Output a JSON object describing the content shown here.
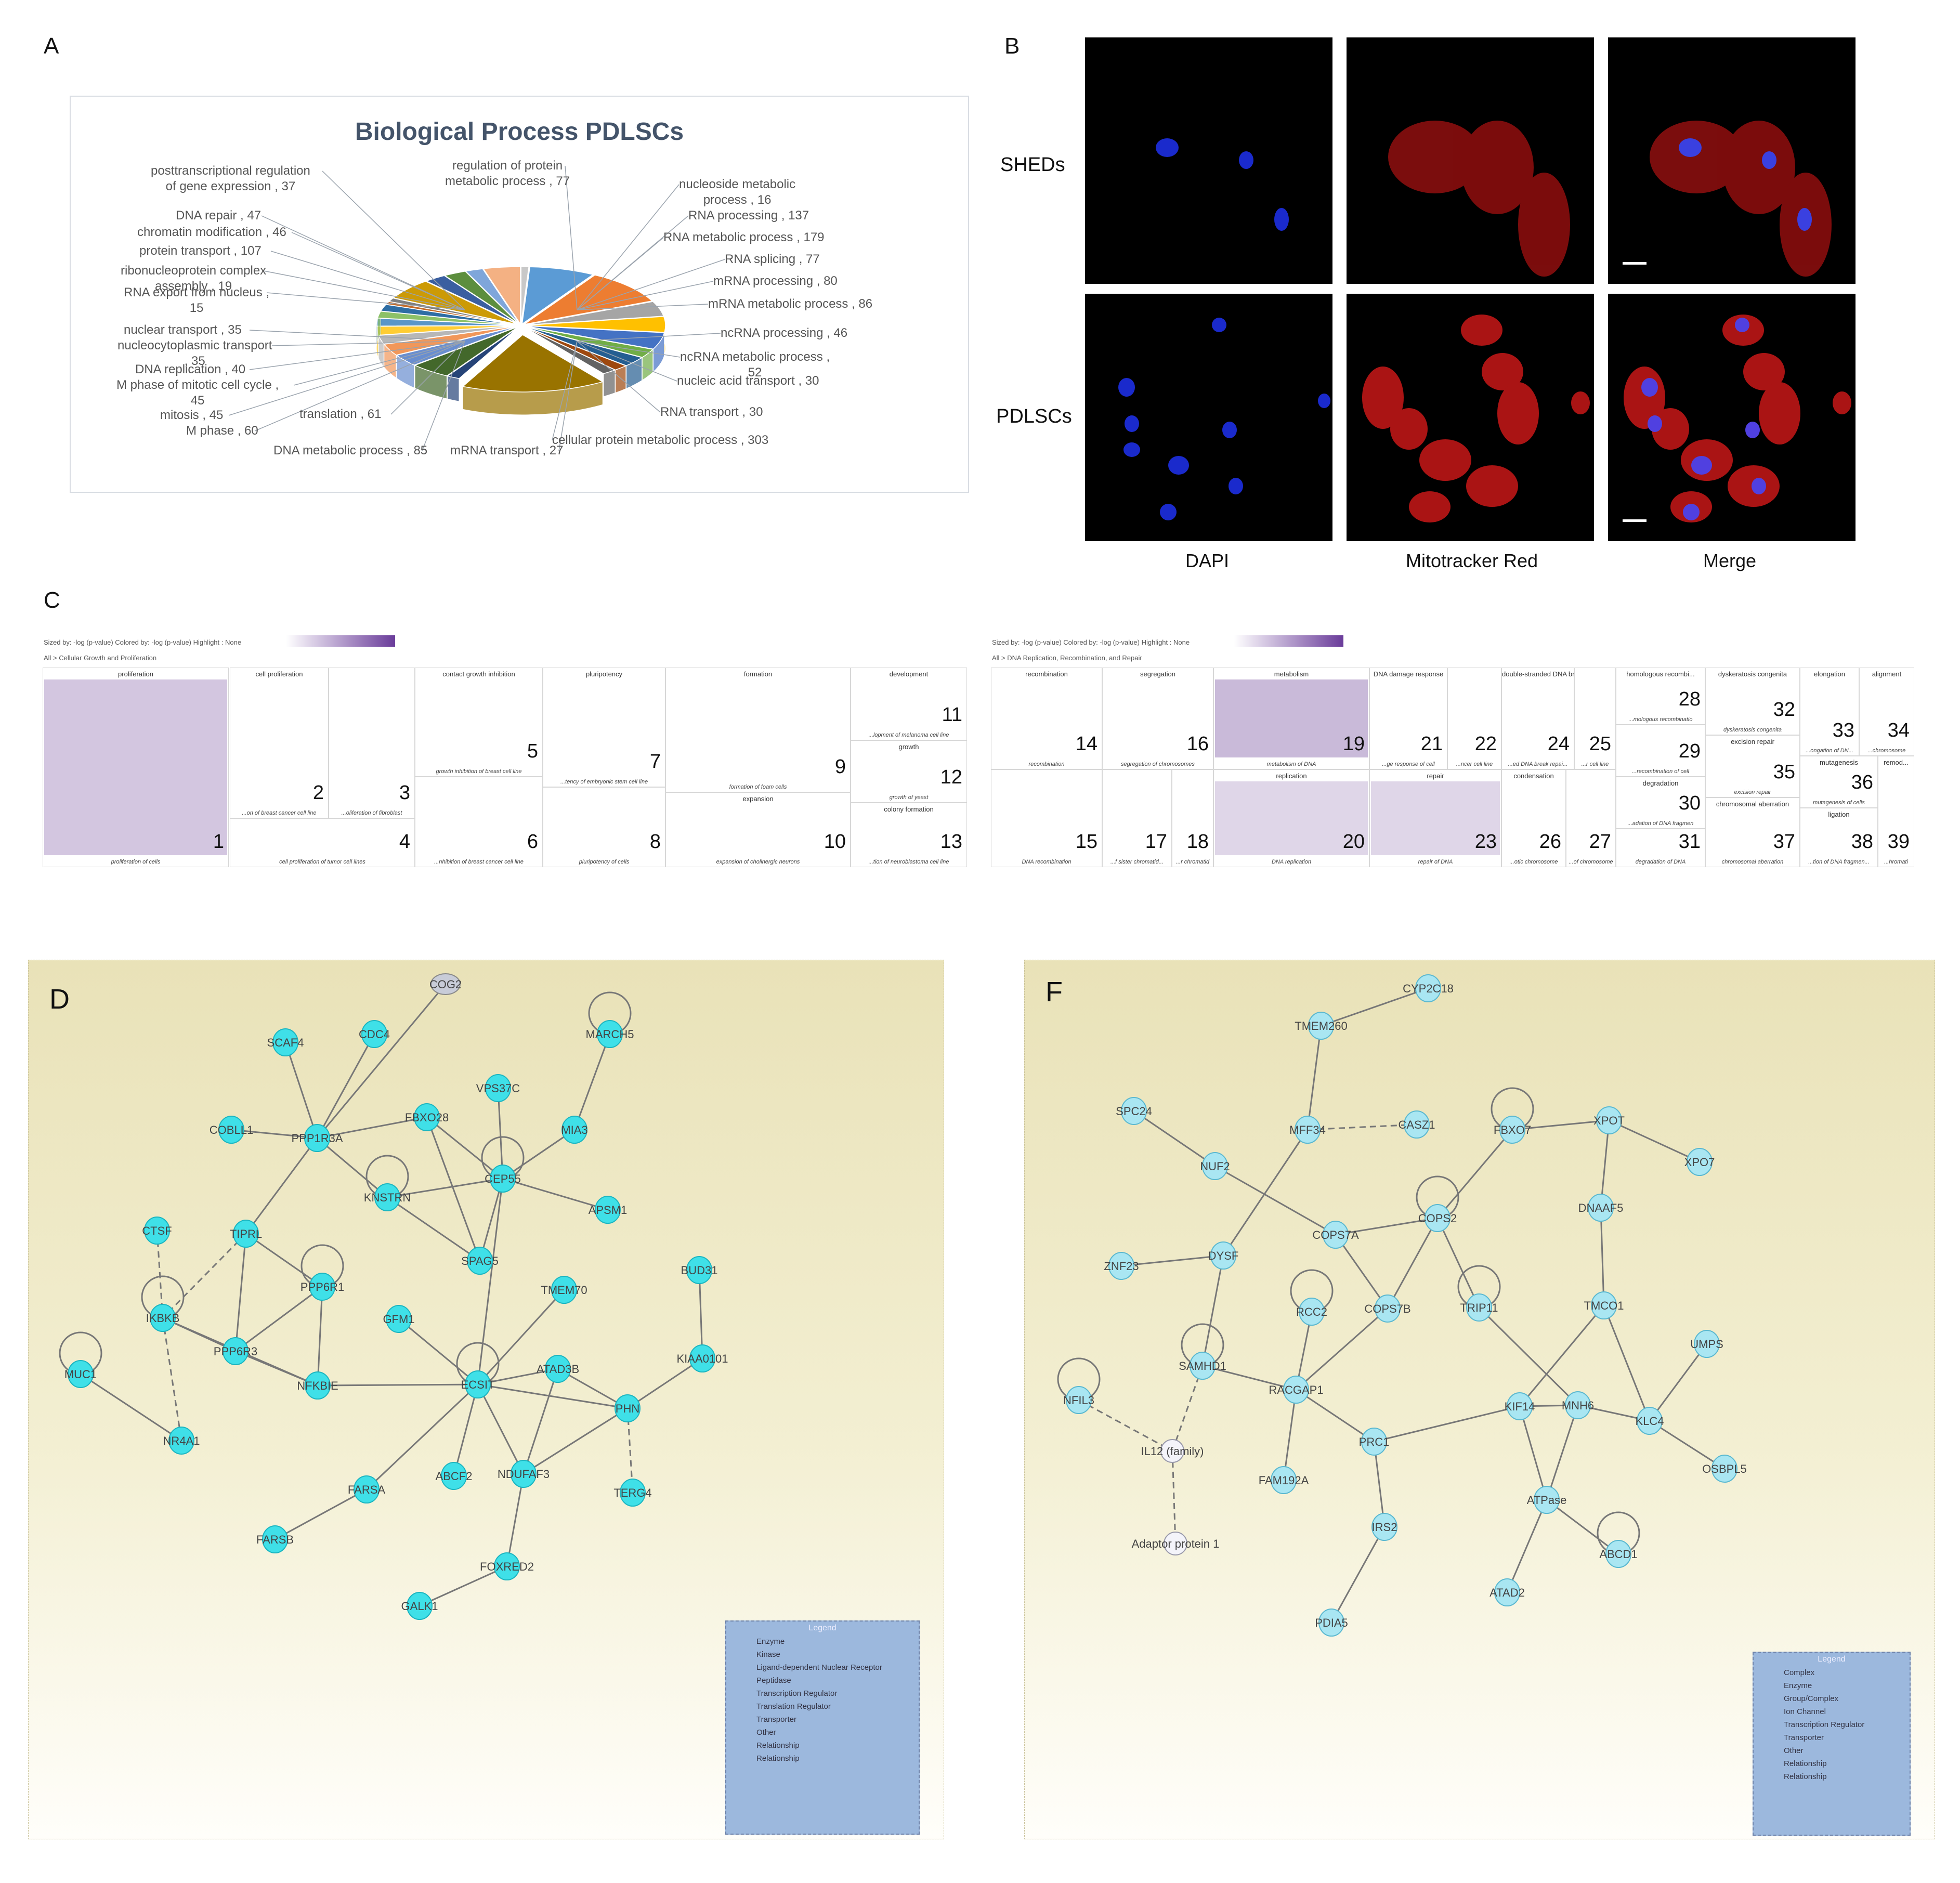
{
  "panels": {
    "a": "A",
    "b": "B",
    "c": "C",
    "d": "D",
    "f": "F"
  },
  "pie": {
    "title": "Biological Process PDLSCs",
    "labels": [
      {
        "id": "l1",
        "lines": [
          "posttranscriptional regulation",
          "of gene expression , 37"
        ]
      },
      {
        "id": "l2",
        "lines": [
          "regulation of protein",
          "metabolic process , 77"
        ]
      },
      {
        "id": "l3",
        "lines": [
          "nucleoside metabolic",
          "process , 16"
        ]
      },
      {
        "id": "l4",
        "lines": [
          "RNA processing , 137"
        ]
      },
      {
        "id": "l5",
        "lines": [
          "RNA metabolic process , 179"
        ]
      },
      {
        "id": "l6",
        "lines": [
          "RNA splicing , 77"
        ]
      },
      {
        "id": "l7",
        "lines": [
          "mRNA processing , 80"
        ]
      },
      {
        "id": "l8",
        "lines": [
          "mRNA metabolic process , 86"
        ]
      },
      {
        "id": "l9",
        "lines": [
          "ncRNA processing , 46"
        ]
      },
      {
        "id": "l10",
        "lines": [
          "ncRNA metabolic process ,",
          "52"
        ]
      },
      {
        "id": "l11",
        "lines": [
          "nucleic acid transport , 30"
        ]
      },
      {
        "id": "l12",
        "lines": [
          "RNA transport , 30"
        ]
      },
      {
        "id": "l13",
        "lines": [
          "cellular protein metabolic process , 303"
        ]
      },
      {
        "id": "l14",
        "lines": [
          "mRNA transport , 27"
        ]
      },
      {
        "id": "l15",
        "lines": [
          "DNA metabolic process , 85"
        ]
      },
      {
        "id": "l16",
        "lines": [
          "translation , 61"
        ]
      },
      {
        "id": "l17",
        "lines": [
          "M phase , 60"
        ]
      },
      {
        "id": "l18",
        "lines": [
          "mitosis , 45"
        ]
      },
      {
        "id": "l19",
        "lines": [
          "M phase of mitotic cell cycle ,",
          "45"
        ]
      },
      {
        "id": "l20",
        "lines": [
          "DNA replication , 40"
        ]
      },
      {
        "id": "l21",
        "lines": [
          "nucleocytoplasmic transport",
          ", 35"
        ]
      },
      {
        "id": "l22",
        "lines": [
          "nuclear transport , 35"
        ]
      },
      {
        "id": "l23",
        "lines": [
          "RNA export from nucleus ,",
          "15"
        ]
      },
      {
        "id": "l24",
        "lines": [
          "ribonucleoprotein complex",
          "assembly , 19"
        ]
      },
      {
        "id": "l25",
        "lines": [
          "protein transport , 107"
        ]
      },
      {
        "id": "l26",
        "lines": [
          "chromatin modification , 46"
        ]
      },
      {
        "id": "l27",
        "lines": [
          "DNA repair , 47"
        ]
      }
    ]
  },
  "chart_data": {
    "type": "pie",
    "title": "Biological Process PDLSCs",
    "categories": [
      "nucleoside metabolic process",
      "RNA processing",
      "RNA metabolic process",
      "RNA splicing",
      "mRNA processing",
      "mRNA metabolic process",
      "ncRNA processing",
      "ncRNA metabolic process",
      "nucleic acid transport",
      "RNA transport",
      "cellular protein metabolic process",
      "mRNA transport",
      "DNA metabolic process",
      "translation",
      "M phase",
      "mitosis",
      "M phase of mitotic cell cycle",
      "DNA replication",
      "nucleocytoplasmic transport",
      "nuclear transport",
      "RNA export from nucleus",
      "ribonucleoprotein complex assembly",
      "protein transport",
      "chromatin modification",
      "DNA repair",
      "posttranscriptional regulation of gene expression",
      "regulation of protein metabolic process"
    ],
    "values": [
      16,
      137,
      179,
      77,
      80,
      86,
      46,
      52,
      30,
      30,
      303,
      27,
      85,
      61,
      60,
      45,
      45,
      40,
      35,
      35,
      15,
      19,
      107,
      46,
      47,
      37,
      77
    ],
    "colors": [
      "#c8c8c8",
      "#5b9bd5",
      "#ed7d31",
      "#a5a5a5",
      "#ffc000",
      "#4472c4",
      "#70ad47",
      "#255e91",
      "#9e480e",
      "#636363",
      "#997300",
      "#264478",
      "#43682b",
      "#698ed0",
      "#f1975a",
      "#b7b7b7",
      "#ffcd33",
      "#5a96c8",
      "#8cc168",
      "#2e6da4",
      "#c26a29",
      "#7f7f7f",
      "#cc9a06",
      "#3a5fa0",
      "#5c8e3e",
      "#7fa6da",
      "#f4b183"
    ]
  },
  "microscopy": {
    "rows": [
      "SHEDs",
      "PDLSCs"
    ],
    "cols": [
      "DAPI",
      "Mitotracker Red",
      "Merge"
    ]
  },
  "treemap1": {
    "header": "Sized by: -log (p-value)    Colored by: -log (p-value)    Highlight : None",
    "breadcrumb": "All > Cellular Growth and Proliferation",
    "cells": [
      {
        "id": "c1",
        "title": "proliferation",
        "num": "1",
        "bottom": "proliferation of cells",
        "shade": 0.7
      },
      {
        "id": "c2",
        "title": "cell proliferation",
        "num": "2",
        "bottom": "...on of breast cancer cell line",
        "shade": 0
      },
      {
        "id": "c3",
        "title": "",
        "num": "3",
        "bottom": "...oliferation of fibroblast",
        "shade": 0
      },
      {
        "id": "c4",
        "title": "",
        "num": "4",
        "bottom": "cell proliferation of tumor cell lines",
        "shade": 0
      },
      {
        "id": "c5",
        "title": "contact growth inhibition",
        "num": "5",
        "bottom": "growth inhibition of breast cell line",
        "shade": 0
      },
      {
        "id": "c6",
        "title": "",
        "num": "6",
        "bottom": "...nhibition of breast cancer cell line",
        "shade": 0
      },
      {
        "id": "c7",
        "title": "pluripotency",
        "num": "7",
        "bottom": "...tency of embryonic stem cell line",
        "shade": 0
      },
      {
        "id": "c8",
        "title": "",
        "num": "8",
        "bottom": "pluripotency of cells",
        "shade": 0
      },
      {
        "id": "c9",
        "title": "formation",
        "num": "9",
        "bottom": "formation of foam cells",
        "shade": 0
      },
      {
        "id": "c10",
        "title": "expansion",
        "num": "10",
        "bottom": "expansion of cholinergic neurons",
        "shade": 0
      },
      {
        "id": "c11",
        "title": "development",
        "num": "11",
        "bottom": "...lopment of melanoma cell line",
        "shade": 0
      },
      {
        "id": "c12",
        "title": "growth",
        "num": "12",
        "bottom": "growth of yeast",
        "shade": 0
      },
      {
        "id": "c13",
        "title": "colony formation",
        "num": "13",
        "bottom": "...tion of neuroblastoma cell line",
        "shade": 0
      }
    ]
  },
  "treemap2": {
    "header": "Sized by: -log (p-value)    Colored by: -log (p-value)    Highlight : None",
    "breadcrumb": "All > DNA Replication, Recombination, and Repair",
    "cells": [
      {
        "id": "d14",
        "title": "recombination",
        "num": "14",
        "bottom": "recombination",
        "shade": 0
      },
      {
        "id": "d15",
        "title": "",
        "num": "15",
        "bottom": "DNA recombination",
        "shade": 0
      },
      {
        "id": "d16",
        "title": "segregation",
        "num": "16",
        "bottom": "segregation of chromosomes",
        "shade": 0
      },
      {
        "id": "d17",
        "title": "",
        "num": "17",
        "bottom": "...f sister chromatid...",
        "shade": 0
      },
      {
        "id": "d18",
        "title": "",
        "num": "18",
        "bottom": "...r chromatid",
        "shade": 0
      },
      {
        "id": "d19",
        "title": "metabolism",
        "num": "19",
        "bottom": "metabolism of DNA",
        "shade": 0.85
      },
      {
        "id": "d20",
        "title": "replication",
        "num": "20",
        "bottom": "DNA replication",
        "shade": 0.5
      },
      {
        "id": "d21",
        "title": "DNA damage response",
        "num": "21",
        "bottom": "...ge response of cell",
        "shade": 0
      },
      {
        "id": "d22",
        "title": "",
        "num": "22",
        "bottom": "...ncer cell line",
        "shade": 0
      },
      {
        "id": "d23",
        "title": "repair",
        "num": "23",
        "bottom": "repair of DNA",
        "shade": 0.5
      },
      {
        "id": "d24",
        "title": "double-stranded DNA break r...",
        "num": "24",
        "bottom": "...ed DNA break repai...",
        "shade": 0
      },
      {
        "id": "d25",
        "title": "",
        "num": "25",
        "bottom": "...r cell line",
        "shade": 0
      },
      {
        "id": "d26",
        "title": "condensation",
        "num": "26",
        "bottom": "...otic chromosome",
        "shade": 0
      },
      {
        "id": "d27",
        "title": "",
        "num": "27",
        "bottom": "...of chromosome",
        "shade": 0
      },
      {
        "id": "d28",
        "title": "homologous recombi...",
        "num": "28",
        "bottom": "...mologous recombinatio",
        "shade": 0
      },
      {
        "id": "d29",
        "title": "",
        "num": "29",
        "bottom": "...recombination of cell",
        "shade": 0
      },
      {
        "id": "d30",
        "title": "degradation",
        "num": "30",
        "bottom": "...adation of DNA fragmen",
        "shade": 0
      },
      {
        "id": "d31",
        "title": "",
        "num": "31",
        "bottom": "degradation of DNA",
        "shade": 0
      },
      {
        "id": "d32",
        "title": "dyskeratosis congenita",
        "num": "32",
        "bottom": "dyskeratosis congenita",
        "shade": 0
      },
      {
        "id": "d35",
        "title": "excision repair",
        "num": "35",
        "bottom": "excision repair",
        "shade": 0
      },
      {
        "id": "d37",
        "title": "chromosomal aberration",
        "num": "37",
        "bottom": "chromosomal aberration",
        "shade": 0
      },
      {
        "id": "d33",
        "title": "elongation",
        "num": "33",
        "bottom": "...ongation of DN...",
        "shade": 0
      },
      {
        "id": "d34",
        "title": "alignment",
        "num": "34",
        "bottom": "...chromosome",
        "shade": 0
      },
      {
        "id": "d36",
        "title": "mutagenesis",
        "num": "36",
        "bottom": "mutagenesis of cells",
        "shade": 0
      },
      {
        "id": "d38",
        "title": "ligation",
        "num": "38",
        "bottom": "...tion of DNA fragmen...",
        "shade": 0
      },
      {
        "id": "d39",
        "title": "remod...",
        "num": "39",
        "bottom": "...hromati",
        "shade": 0
      }
    ]
  },
  "networkD": {
    "nodes": [
      {
        "id": "COG2",
        "label": "COG2"
      },
      {
        "id": "CDC4",
        "label": "CDC4"
      },
      {
        "id": "SCAF4",
        "label": "SCAF4"
      },
      {
        "id": "MARCH5",
        "label": "MARCH5"
      },
      {
        "id": "VPS37C",
        "label": "VPS37C"
      },
      {
        "id": "COBLL1",
        "label": "COBLL1"
      },
      {
        "id": "PPP1R3A",
        "label": "PPP1R3A"
      },
      {
        "id": "FBXO28",
        "label": "FBXO28"
      },
      {
        "id": "MIA3",
        "label": "MIA3"
      },
      {
        "id": "KNSTRN",
        "label": "KNSTRN"
      },
      {
        "id": "CEP55",
        "label": "CEP55"
      },
      {
        "id": "APSM1",
        "label": "APSM1"
      },
      {
        "id": "CTSF",
        "label": "CTSF"
      },
      {
        "id": "TIPRL",
        "label": "TIPRL"
      },
      {
        "id": "SPAG5",
        "label": "SPAG5"
      },
      {
        "id": "BUD31",
        "label": "BUD31"
      },
      {
        "id": "PPP6R1",
        "label": "PPP6R1"
      },
      {
        "id": "TMEM70",
        "label": "TMEM70"
      },
      {
        "id": "IKBKB",
        "label": "IKBKB"
      },
      {
        "id": "GFM1",
        "label": "GFM1"
      },
      {
        "id": "PPP6R3",
        "label": "PPP6R3"
      },
      {
        "id": "MUC1",
        "label": "MUC1"
      },
      {
        "id": "NFKBIE",
        "label": "NFKBIE"
      },
      {
        "id": "ECSIT",
        "label": "ECSIT"
      },
      {
        "id": "ATAD3B",
        "label": "ATAD3B"
      },
      {
        "id": "KIAA0101",
        "label": "KIAA0101"
      },
      {
        "id": "PHN",
        "label": "PHN"
      },
      {
        "id": "NR4A1",
        "label": "NR4A1"
      },
      {
        "id": "ABCF2",
        "label": "ABCF2"
      },
      {
        "id": "NDUFAF3",
        "label": "NDUFAF3"
      },
      {
        "id": "TERG4",
        "label": "TERG4"
      },
      {
        "id": "FARSA",
        "label": "FARSA"
      },
      {
        "id": "FARSB",
        "label": "FARSB"
      },
      {
        "id": "FOXRED2",
        "label": "FOXRED2"
      },
      {
        "id": "GALK1",
        "label": "GALK1"
      }
    ],
    "legend": {
      "title": "Legend",
      "items": [
        "Enzyme",
        "Kinase",
        "Ligand-dependent Nuclear Receptor",
        "Peptidase",
        "Transcription Regulator",
        "Translation Regulator",
        "Transporter",
        "Other",
        "Relationship",
        "Relationship"
      ]
    }
  },
  "networkF": {
    "nodes": [
      {
        "id": "CYP2C18",
        "label": "CYP2C18"
      },
      {
        "id": "TMEM260",
        "label": "TMEM260"
      },
      {
        "id": "SPC24",
        "label": "SPC24"
      },
      {
        "id": "MFF34",
        "label": "MFF34"
      },
      {
        "id": "CASZ1",
        "label": "CASZ1"
      },
      {
        "id": "FBXO7",
        "label": "FBXO7"
      },
      {
        "id": "XPOT",
        "label": "XPOT"
      },
      {
        "id": "XPO7",
        "label": "XPO7"
      },
      {
        "id": "NUF2",
        "label": "NUF2"
      },
      {
        "id": "DNAAF5",
        "label": "DNAAF5"
      },
      {
        "id": "COPS7A",
        "label": "COPS7A"
      },
      {
        "id": "COPS2",
        "label": "COPS2"
      },
      {
        "id": "DYSF",
        "label": "DYSF"
      },
      {
        "id": "ZNF23",
        "label": "ZNF23"
      },
      {
        "id": "TMCO1",
        "label": "TMCO1"
      },
      {
        "id": "RCC2",
        "label": "RCC2"
      },
      {
        "id": "COPS7B",
        "label": "COPS7B"
      },
      {
        "id": "TRIP11",
        "label": "TRIP11"
      },
      {
        "id": "UMPS",
        "label": "UMPS"
      },
      {
        "id": "SAMHD1",
        "label": "SAMHD1"
      },
      {
        "id": "NFIL3",
        "label": "NFIL3"
      },
      {
        "id": "RACGAP1",
        "label": "RACGAP1"
      },
      {
        "id": "KIF14",
        "label": "KIF14"
      },
      {
        "id": "MNH6",
        "label": "MNH6"
      },
      {
        "id": "KLC4",
        "label": "KLC4"
      },
      {
        "id": "IL12",
        "label": "IL12 (family)"
      },
      {
        "id": "PRC1",
        "label": "PRC1"
      },
      {
        "id": "OSBPL5",
        "label": "OSBPL5"
      },
      {
        "id": "FAM192A",
        "label": "FAM192A"
      },
      {
        "id": "ATPase",
        "label": "ATPase"
      },
      {
        "id": "IRS2",
        "label": "IRS2"
      },
      {
        "id": "ABCD1",
        "label": "ABCD1"
      },
      {
        "id": "ADAP1",
        "label": "Adaptor protein 1"
      },
      {
        "id": "ATAD2",
        "label": "ATAD2"
      },
      {
        "id": "PDIA5",
        "label": "PDIA5"
      }
    ],
    "legend": {
      "title": "Legend",
      "items": [
        "Complex",
        "Enzyme",
        "Group/Complex",
        "Ion Channel",
        "Transcription Regulator",
        "Transporter",
        "Other",
        "Relationship",
        "Relationship"
      ]
    }
  }
}
